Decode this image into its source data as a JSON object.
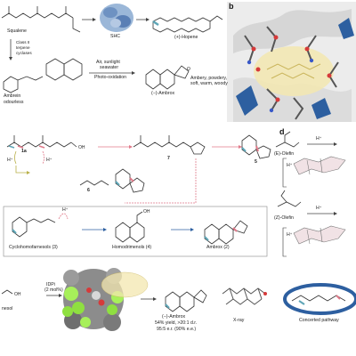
{
  "panel_a": {
    "squalene": "Squalene",
    "shc": "SHC",
    "hopene": "(+)-Hopene",
    "cyclases": [
      "Class II",
      "terpene",
      "cyclases"
    ],
    "ambrein": "Ambrein",
    "odourless": "odourless",
    "conditions": [
      "Air, sunlight",
      "seawater"
    ],
    "photo": "Photo-oxidation",
    "ambrox": "(−)-Ambrox",
    "smell": [
      "Ambery, powdery,",
      "soft, warm, woody"
    ]
  },
  "panel_b": {
    "label": "b"
  },
  "panel_c": {
    "sm_label": "1a",
    "h1": "H⁺",
    "h2": "H⁺",
    "c7": "7",
    "c6": "6",
    "c5": "5",
    "h3": "H⁺",
    "cyclo": "Cyclohomofarnesols (3)",
    "homodrim": "Homodrimenols (4)",
    "ambroxc": "Ambrox (2)"
  },
  "panel_d": {
    "label": "d",
    "h_top": "H⁺",
    "e_olefin": "(E)-Olefin",
    "h_mid": "H⁺",
    "z_olefin": "(Z)-Olefin",
    "h_bot": "H⁺",
    "h_bot2": "H⁺"
  },
  "panel_e": {
    "nesol": "nesol",
    "cat": [
      "IDPi",
      "(2 mol%)"
    ],
    "ambrox": "(−)-Ambrox",
    "stats": [
      "54% yield, >20:1 d.r.",
      "95:5 e.r. (90% e.e.)"
    ],
    "xray": "X-ray",
    "concerted": "Concerted pathway"
  },
  "colors": {
    "teal": "#5fa6b7",
    "pink": "#e07a8a",
    "olive": "#b9b04a",
    "blue": "#2d5fa0"
  }
}
